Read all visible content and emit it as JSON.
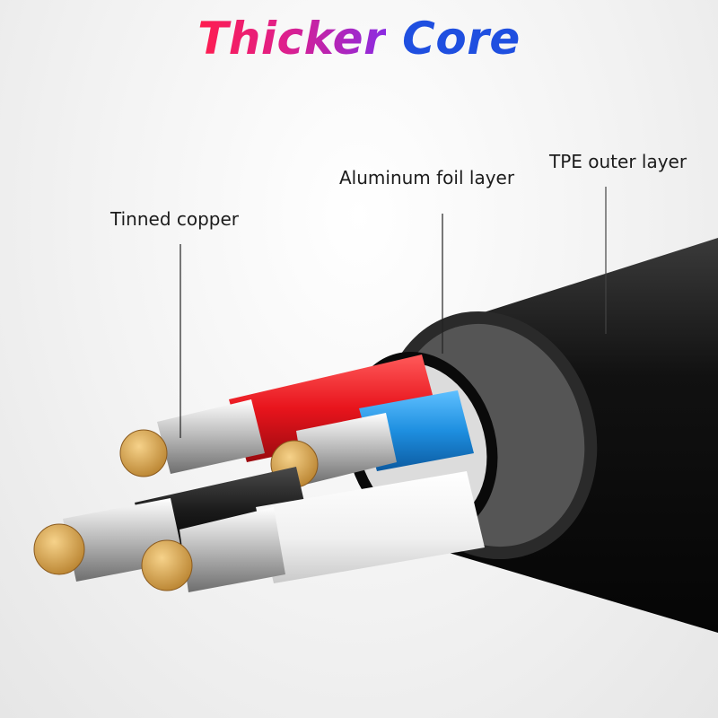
{
  "title": {
    "part1": "Thicker",
    "part2": "Core"
  },
  "labels": {
    "tinned_copper": "Tinned copper",
    "aluminum_foil": "Aluminum foil layer",
    "tpe_outer": "TPE outer layer"
  },
  "colors": {
    "title_gradient_start": "#ff1d4d",
    "title_gradient_end": "#8a2be2",
    "title_core": "#1f4fe0",
    "wire_red": "#e8141c",
    "wire_blue": "#1e8fe0",
    "wire_white": "#f4f4f4",
    "wire_black": "#1a1a1a",
    "copper": "#d9a64a",
    "jacket": "#111111"
  }
}
